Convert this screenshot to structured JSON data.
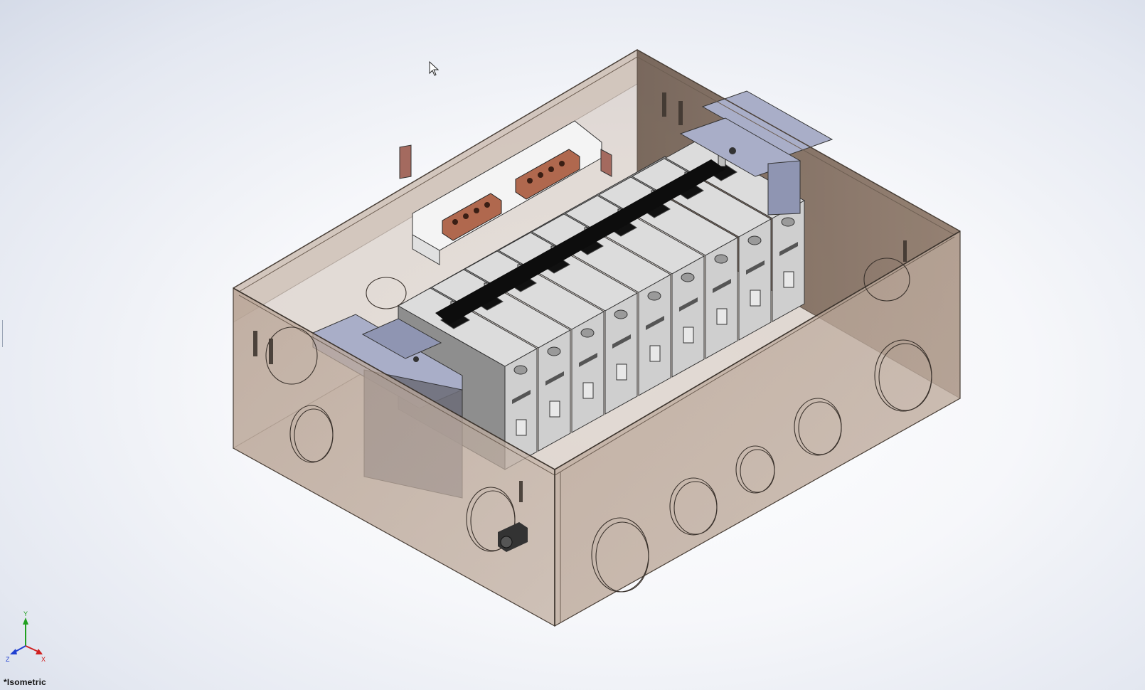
{
  "view": {
    "orientation_label": "*Isometric"
  },
  "triad": {
    "y_label": "Y",
    "x_label": "X",
    "z_label": "Z",
    "colors": {
      "x": "#d02020",
      "y": "#20a020",
      "z": "#2040d0"
    }
  },
  "model": {
    "enclosure_color": "#b9a597",
    "edge_color": "#4a4038",
    "breaker_color": "#cfcfcf",
    "handle_color": "#111111",
    "busbar_color": "#b0684e",
    "bracket_color": "#a9aec8"
  }
}
